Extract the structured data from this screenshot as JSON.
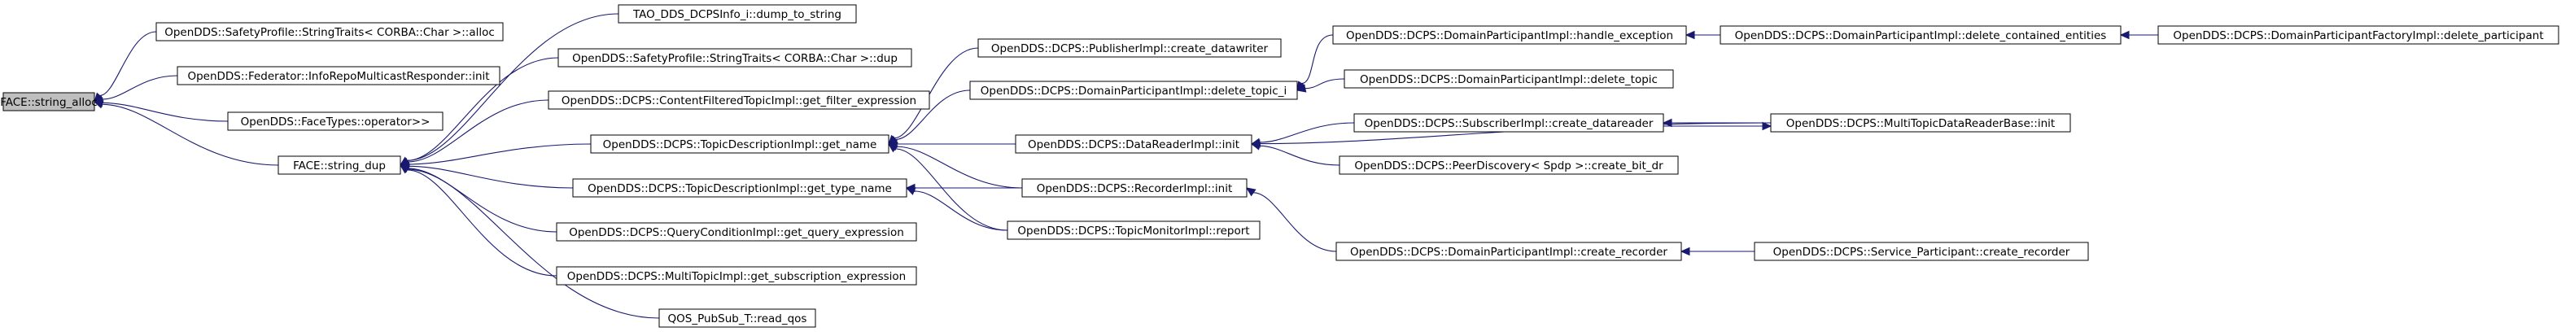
{
  "nodes": {
    "n0": "FACE::string_alloc",
    "n1": "OpenDDS::SafetyProfile::StringTraits< CORBA::Char >::alloc",
    "n2": "OpenDDS::Federator::InfoRepoMulticastResponder::init",
    "n3": "OpenDDS::FaceTypes::operator>>",
    "n4": "FACE::string_dup",
    "n5": "TAO_DDS_DCPSInfo_i::dump_to_string",
    "n6": "OpenDDS::SafetyProfile::StringTraits< CORBA::Char >::dup",
    "n7": "OpenDDS::DCPS::ContentFilteredTopicImpl::get_filter_expression",
    "n8": "OpenDDS::DCPS::TopicDescriptionImpl::get_name",
    "n9": "OpenDDS::DCPS::TopicDescriptionImpl::get_type_name",
    "n10": "OpenDDS::DCPS::QueryConditionImpl::get_query_expression",
    "n11": "OpenDDS::DCPS::MultiTopicImpl::get_subscription_expression",
    "n12": "QOS_PubSub_T::read_qos",
    "n13": "OpenDDS::DCPS::PublisherImpl::create_datawriter",
    "n14": "OpenDDS::DCPS::DomainParticipantImpl::delete_topic_i",
    "n15": "OpenDDS::DCPS::DataReaderImpl::init",
    "n16": "OpenDDS::DCPS::RecorderImpl::init",
    "n17": "OpenDDS::DCPS::TopicMonitorImpl::report",
    "n18": "OpenDDS::DCPS::DomainParticipantImpl::handle_exception",
    "n19": "OpenDDS::DCPS::DomainParticipantImpl::delete_topic",
    "n20": "OpenDDS::DCPS::SubscriberImpl::create_datareader",
    "n21": "OpenDDS::DCPS::PeerDiscovery< Spdp >::create_bit_dr",
    "n22": "OpenDDS::DCPS::DomainParticipantImpl::create_recorder",
    "n23": "OpenDDS::DCPS::DomainParticipantImpl::delete_contained_entities",
    "n24": "OpenDDS::DCPS::MultiTopicDataReaderBase::init",
    "n25": "OpenDDS::DCPS::DomainParticipantFactoryImpl::delete_participant",
    "n26": "OpenDDS::DCPS::Service_Participant::create_recorder"
  },
  "edges": [
    [
      "n1",
      "n0"
    ],
    [
      "n2",
      "n0"
    ],
    [
      "n3",
      "n0"
    ],
    [
      "n4",
      "n0"
    ],
    [
      "n5",
      "n4"
    ],
    [
      "n6",
      "n4"
    ],
    [
      "n7",
      "n4"
    ],
    [
      "n8",
      "n4"
    ],
    [
      "n9",
      "n4"
    ],
    [
      "n10",
      "n4"
    ],
    [
      "n11",
      "n4"
    ],
    [
      "n12",
      "n4"
    ],
    [
      "n13",
      "n8"
    ],
    [
      "n14",
      "n8"
    ],
    [
      "n15",
      "n8"
    ],
    [
      "n16",
      "n8"
    ],
    [
      "n17",
      "n8"
    ],
    [
      "n16",
      "n9"
    ],
    [
      "n17",
      "n9"
    ],
    [
      "n18",
      "n14"
    ],
    [
      "n19",
      "n14"
    ],
    [
      "n20",
      "n15"
    ],
    [
      "n21",
      "n15"
    ],
    [
      "n24",
      "n15"
    ],
    [
      "n22",
      "n16"
    ],
    [
      "n23",
      "n18"
    ],
    [
      "n24",
      "n20"
    ],
    [
      "n20",
      "n24"
    ],
    [
      "n25",
      "n23"
    ],
    [
      "n26",
      "n22"
    ]
  ]
}
